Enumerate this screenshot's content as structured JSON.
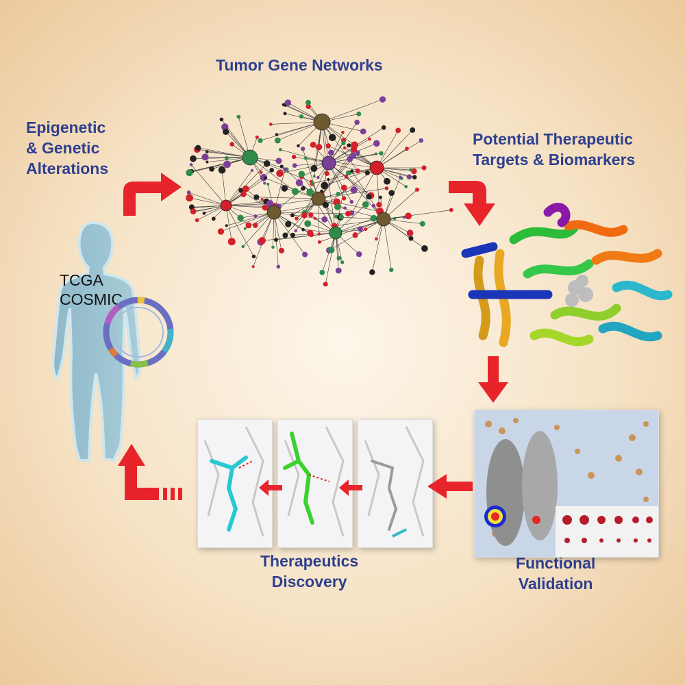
{
  "labels": {
    "networks": "Tumor Gene Networks",
    "alterations": "Epigenetic\n& Genetic\nAlterations",
    "targets": "Potential Therapeutic\nTargets & Biomarkers",
    "validation": "Functional\nValidation",
    "discovery": "Therapeutics\nDiscovery"
  },
  "human": {
    "databases": "TCGA\nCOSMIC"
  },
  "colors": {
    "label": "#2e3f8f",
    "arrow": "#e8242b",
    "node_red": "#d3202a",
    "node_green": "#2e8b4a",
    "node_purple": "#7b3f99",
    "node_brown": "#6e5a2e",
    "node_black": "#222222"
  }
}
